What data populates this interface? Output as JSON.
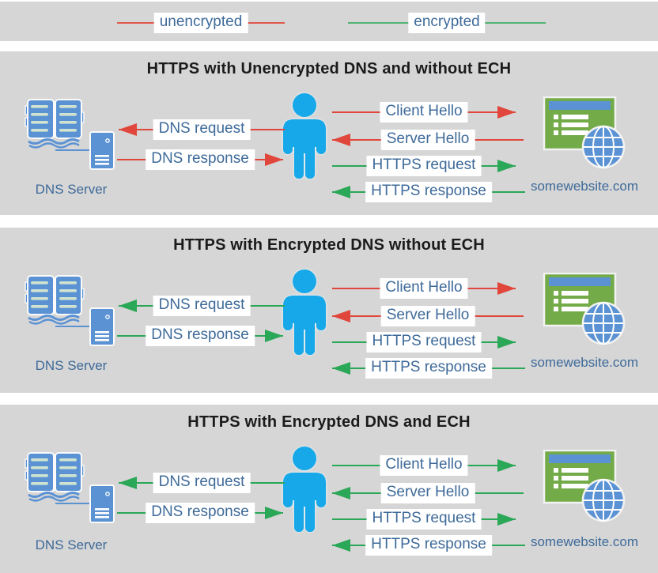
{
  "colors": {
    "panel_bg": "#d6d6d6",
    "title_text": "#1b1b1b",
    "label_text": "#3e6a99",
    "red": "#e0463c",
    "green": "#2aa757",
    "legend_red": "#e0564e",
    "legend_green": "#53b374",
    "icon_blue": "#5b92d4",
    "person_blue": "#16a8e8",
    "window_green": "#74ab49"
  },
  "legend": {
    "unencrypted": "unencrypted",
    "encrypted": "encrypted"
  },
  "panels": [
    {
      "title": "HTTPS with Unencrypted DNS and without ECH",
      "dns_server_label": "DNS Server",
      "website_label": "somewebsite.com",
      "arrows": {
        "dns_request": {
          "label": "DNS request",
          "color": "#e0463c",
          "direction": "left"
        },
        "dns_response": {
          "label": "DNS response",
          "color": "#e0463c",
          "direction": "right"
        },
        "client_hello": {
          "label": "Client Hello",
          "color": "#e0463c",
          "direction": "right"
        },
        "server_hello": {
          "label": "Server Hello",
          "color": "#e0463c",
          "direction": "left"
        },
        "https_request": {
          "label": "HTTPS request",
          "color": "#2aa757",
          "direction": "right"
        },
        "https_response": {
          "label": "HTTPS response",
          "color": "#2aa757",
          "direction": "left"
        }
      }
    },
    {
      "title": "HTTPS with Encrypted DNS without ECH",
      "dns_server_label": "DNS Server",
      "website_label": "somewebsite.com",
      "arrows": {
        "dns_request": {
          "label": "DNS request",
          "color": "#2aa757",
          "direction": "left"
        },
        "dns_response": {
          "label": "DNS response",
          "color": "#2aa757",
          "direction": "right"
        },
        "client_hello": {
          "label": "Client Hello",
          "color": "#e0463c",
          "direction": "right"
        },
        "server_hello": {
          "label": "Server Hello",
          "color": "#e0463c",
          "direction": "left"
        },
        "https_request": {
          "label": "HTTPS request",
          "color": "#2aa757",
          "direction": "right"
        },
        "https_response": {
          "label": "HTTPS response",
          "color": "#2aa757",
          "direction": "left"
        }
      }
    },
    {
      "title": "HTTPS with Encrypted DNS and ECH",
      "dns_server_label": "DNS Server",
      "website_label": "somewebsite.com",
      "arrows": {
        "dns_request": {
          "label": "DNS request",
          "color": "#2aa757",
          "direction": "left"
        },
        "dns_response": {
          "label": "DNS response",
          "color": "#2aa757",
          "direction": "right"
        },
        "client_hello": {
          "label": "Client Hello",
          "color": "#2aa757",
          "direction": "right"
        },
        "server_hello": {
          "label": "Server Hello",
          "color": "#2aa757",
          "direction": "left"
        },
        "https_request": {
          "label": "HTTPS request",
          "color": "#2aa757",
          "direction": "right"
        },
        "https_response": {
          "label": "HTTPS response",
          "color": "#2aa757",
          "direction": "left"
        }
      }
    }
  ]
}
